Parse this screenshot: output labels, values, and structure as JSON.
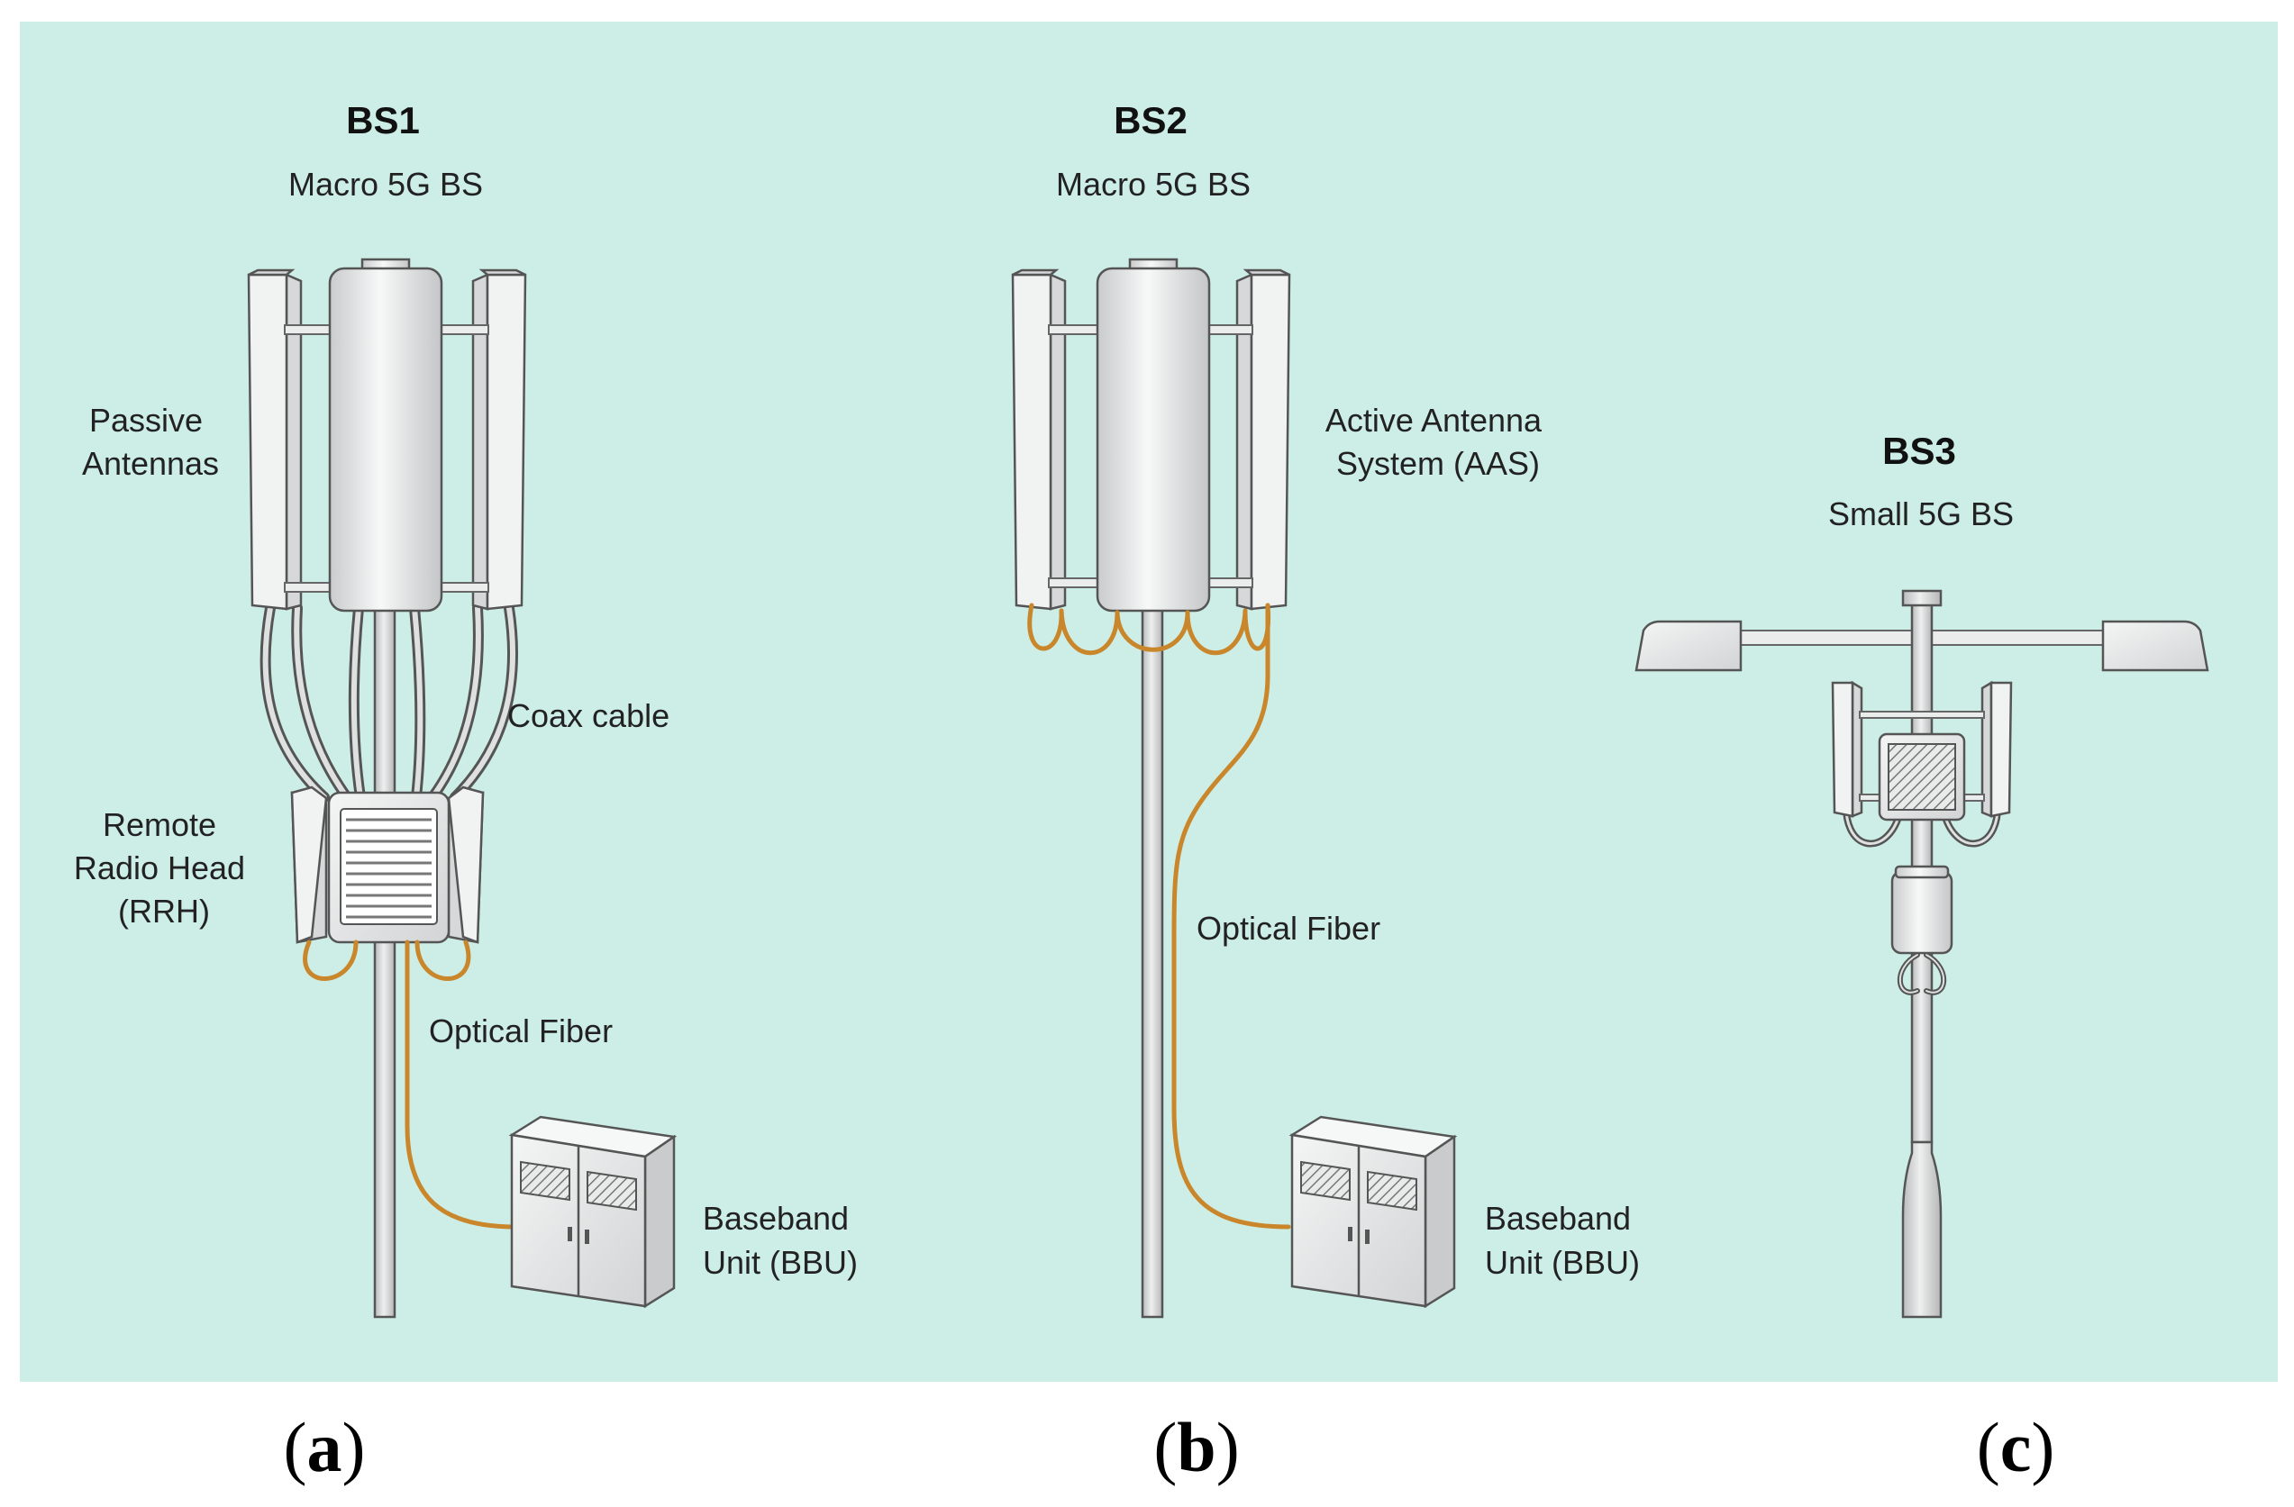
{
  "colors": {
    "background": "#cdeee6",
    "fiber": "#c9862a",
    "metal_light": "#f1f2f2",
    "metal_dark": "#c9cbcc",
    "outline": "#555555"
  },
  "panels": [
    {
      "title": "BS1",
      "subtitle": "Macro 5G BS",
      "labels": {
        "antennas": [
          "Passive",
          "Antennas"
        ],
        "coax": "Coax cable",
        "rrh": [
          "Remote",
          "Radio Head",
          "(RRH)"
        ],
        "fiber": "Optical Fiber",
        "bbu": [
          "Baseband",
          "Unit (BBU)"
        ]
      },
      "caption": [
        "(",
        "a",
        ")"
      ]
    },
    {
      "title": "BS2",
      "subtitle": "Macro 5G BS",
      "labels": {
        "antennas": [
          "Active Antenna",
          "System (AAS)"
        ],
        "fiber": "Optical Fiber",
        "bbu": [
          "Baseband",
          "Unit (BBU)"
        ]
      },
      "caption": [
        "(",
        "b",
        ")"
      ]
    },
    {
      "title": "BS3",
      "subtitle": "Small 5G BS",
      "caption": [
        "(",
        "c",
        ")"
      ]
    }
  ]
}
